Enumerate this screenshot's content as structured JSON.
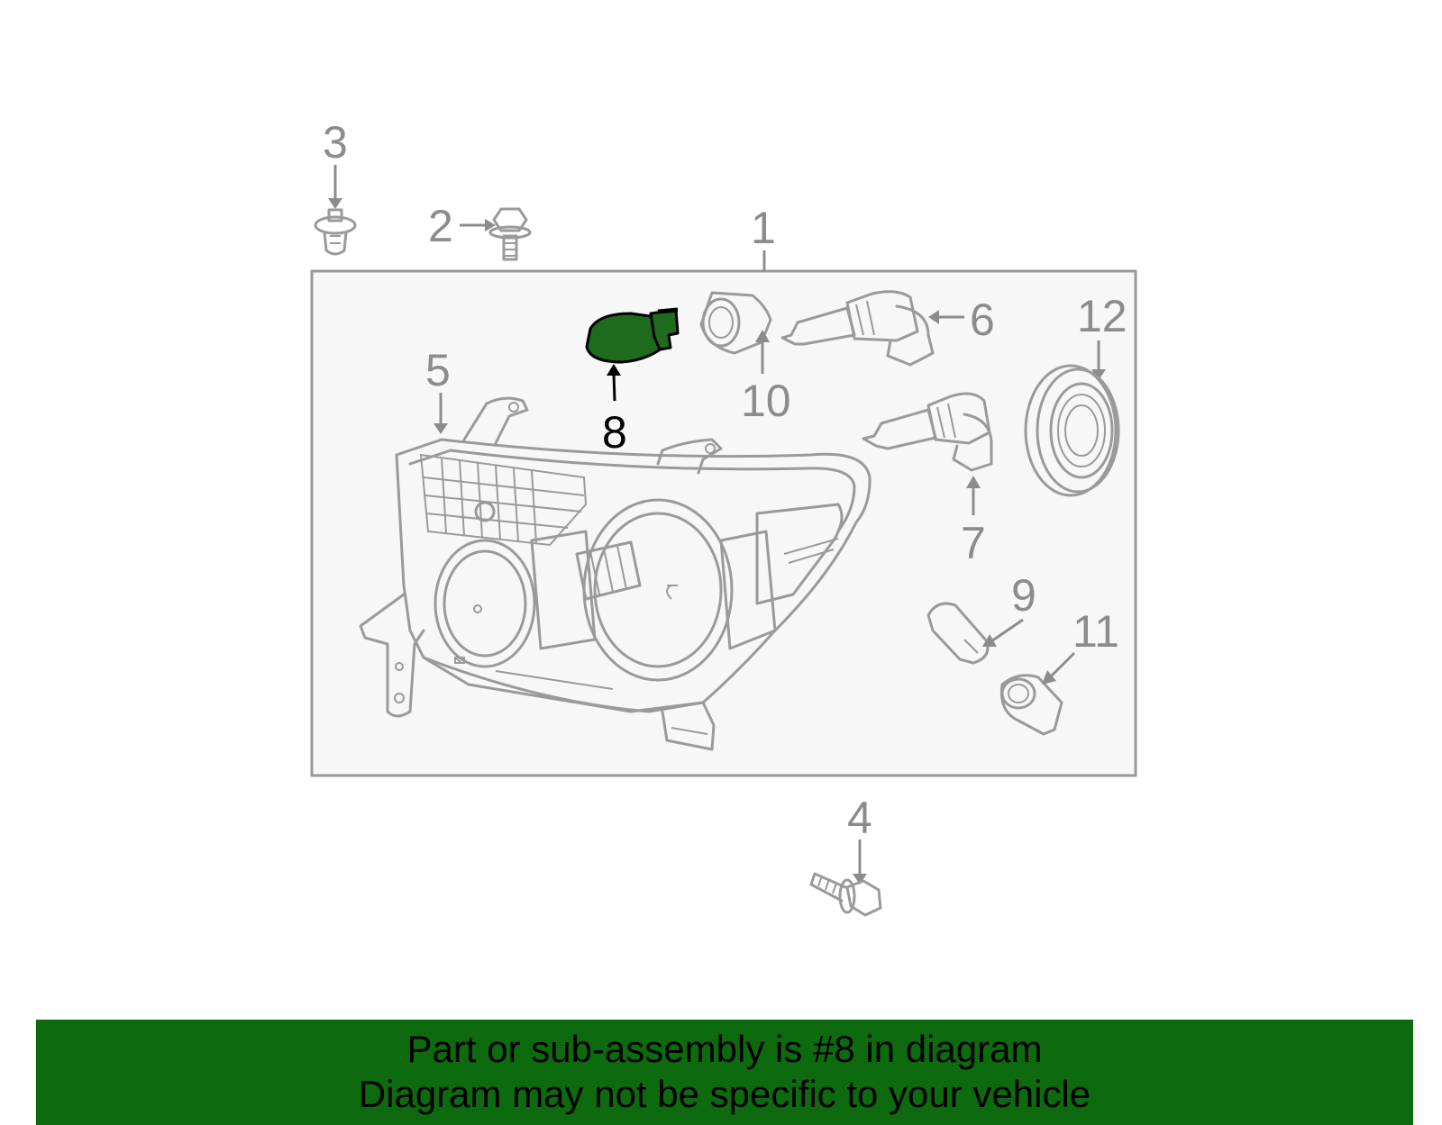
{
  "diagram": {
    "colors": {
      "highlight_fill": "#1e6b1e",
      "banner_bg": "#0e6a0e",
      "part_stroke": "#9a9a9a",
      "callout_gray": "#8c8c8c",
      "frame_fill": "#f7f7f7"
    },
    "callouts": {
      "c1": "1",
      "c2": "2",
      "c3": "3",
      "c4": "4",
      "c5": "5",
      "c6": "6",
      "c7": "7",
      "c8": "8",
      "c9": "9",
      "c10": "10",
      "c11": "11",
      "c12": "12"
    },
    "highlighted_part": "8"
  },
  "banner": {
    "line1": "Part or sub-assembly is #8 in diagram",
    "line2": "Diagram may not be specific to your vehicle"
  }
}
